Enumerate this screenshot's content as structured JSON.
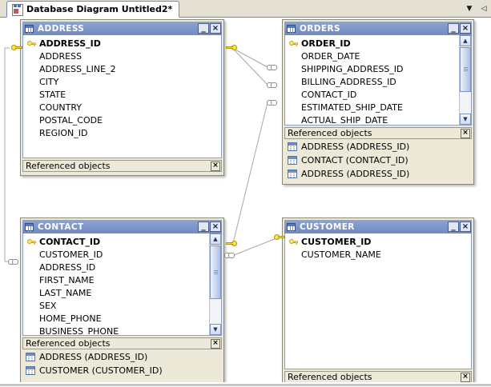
{
  "window": {
    "tab_label": "Database Diagram Untitled2*",
    "tab_icon": "database-diagram-icon",
    "dropdown_icon": "▼",
    "scroll_left_icon": "◁"
  },
  "common": {
    "referenced_objects_label": "Referenced objects",
    "close_glyph": "×",
    "minimize_glyph": "_",
    "scroll_up_glyph": "▲",
    "scroll_down_glyph": "▼"
  },
  "colors": {
    "title_bar": "#7e96c8",
    "title_text": "#ffffff",
    "window_face": "#ece9d8",
    "canvas": "#ffffff",
    "tabstrip": "#e4e0d4",
    "connector_line": "#a9a9a0",
    "key_yellow": "#ffd92e"
  },
  "tables": [
    {
      "name": "ADDRESS",
      "has_scrollbar": false,
      "columns": [
        {
          "name": "ADDRESS_ID",
          "pk": true
        },
        {
          "name": "ADDRESS",
          "pk": false
        },
        {
          "name": "ADDRESS_LINE_2",
          "pk": false
        },
        {
          "name": "CITY",
          "pk": false
        },
        {
          "name": "STATE",
          "pk": false
        },
        {
          "name": "COUNTRY",
          "pk": false
        },
        {
          "name": "POSTAL_CODE",
          "pk": false
        },
        {
          "name": "REGION_ID",
          "pk": false
        }
      ],
      "referenced_objects": []
    },
    {
      "name": "ORDERS",
      "has_scrollbar": true,
      "columns": [
        {
          "name": "ORDER_ID",
          "pk": true
        },
        {
          "name": "ORDER_DATE",
          "pk": false
        },
        {
          "name": "SHIPPING_ADDRESS_ID",
          "pk": false
        },
        {
          "name": "BILLING_ADDRESS_ID",
          "pk": false
        },
        {
          "name": "CONTACT_ID",
          "pk": false
        },
        {
          "name": "ESTIMATED_SHIP_DATE",
          "pk": false
        },
        {
          "name": "ACTUAL_SHIP_DATE",
          "pk": false
        }
      ],
      "referenced_objects": [
        "ADDRESS (ADDRESS_ID)",
        "CONTACT (CONTACT_ID)",
        "ADDRESS (ADDRESS_ID)"
      ]
    },
    {
      "name": "CONTACT",
      "has_scrollbar": true,
      "columns": [
        {
          "name": "CONTACT_ID",
          "pk": true
        },
        {
          "name": "CUSTOMER_ID",
          "pk": false
        },
        {
          "name": "ADDRESS_ID",
          "pk": false
        },
        {
          "name": "FIRST_NAME",
          "pk": false
        },
        {
          "name": "LAST_NAME",
          "pk": false
        },
        {
          "name": "SEX",
          "pk": false
        },
        {
          "name": "HOME_PHONE",
          "pk": false
        },
        {
          "name": "BUSINESS_PHONE",
          "pk": false
        }
      ],
      "referenced_objects": [
        "ADDRESS (ADDRESS_ID)",
        "CUSTOMER (CUSTOMER_ID)"
      ]
    },
    {
      "name": "CUSTOMER",
      "has_scrollbar": false,
      "columns": [
        {
          "name": "CUSTOMER_ID",
          "pk": true
        },
        {
          "name": "CUSTOMER_NAME",
          "pk": false
        }
      ],
      "referenced_objects": []
    }
  ]
}
